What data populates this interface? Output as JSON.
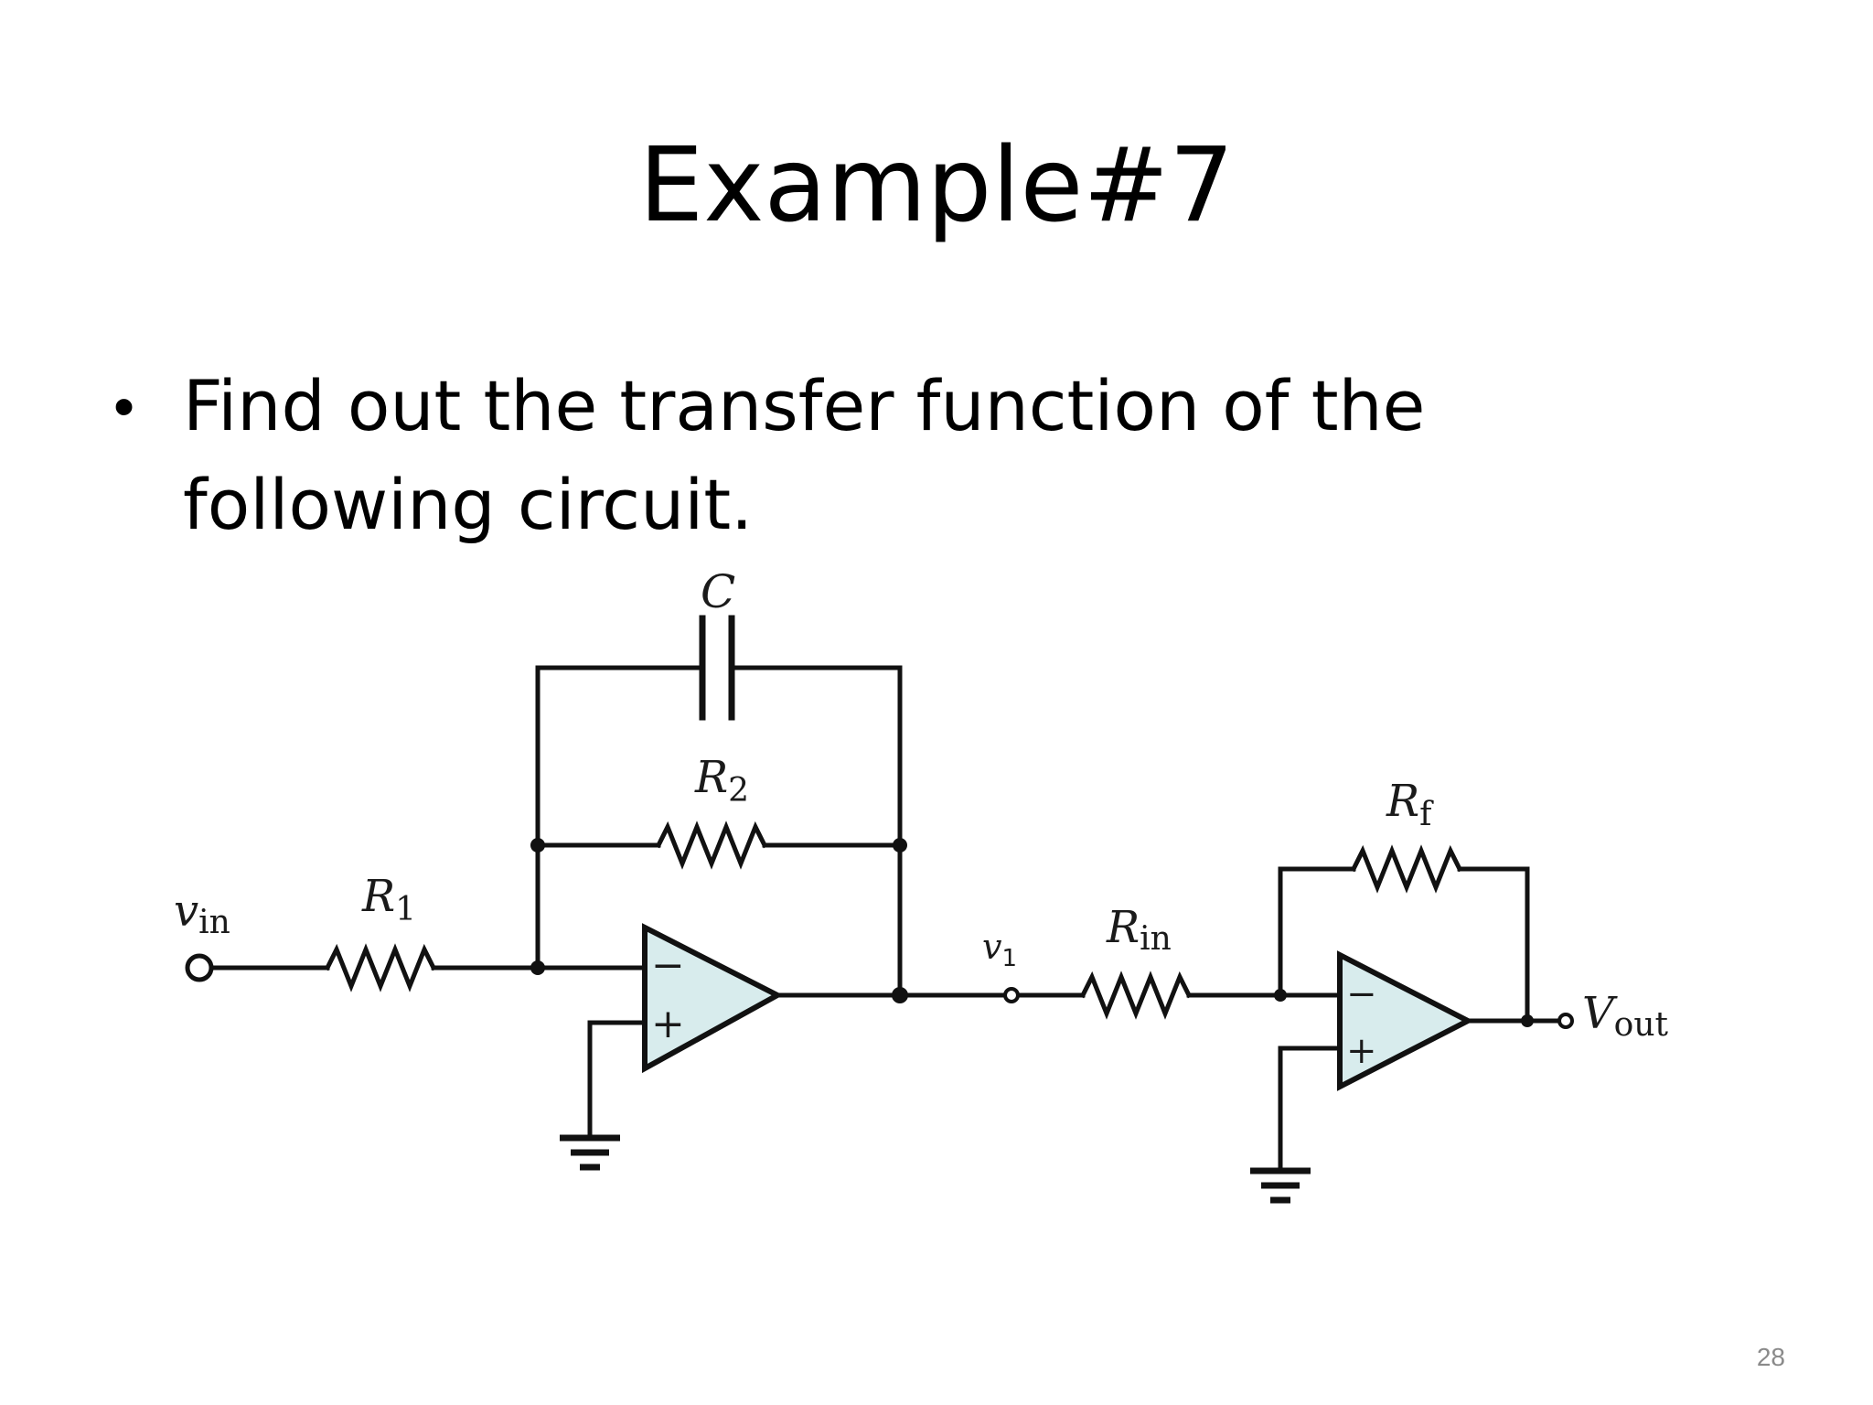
{
  "slide": {
    "title": "Example#7",
    "bullet": "Find out the transfer function of the following circuit.",
    "page_number": "28"
  },
  "diagram": {
    "labels": {
      "vin": "v",
      "vin_sub": "in",
      "r1": "R",
      "r1_sub": "1",
      "c": "C",
      "r2": "R",
      "r2_sub": "2",
      "v1": "v",
      "v1_sub": "1",
      "rin": "R",
      "rin_sub": "in",
      "rf": "R",
      "rf_sub": "f",
      "vout": "V",
      "vout_sub": "out",
      "minus": "−",
      "plus": "+"
    },
    "colors": {
      "opamp_fill": "#d8eced",
      "wire": "#111111"
    }
  }
}
